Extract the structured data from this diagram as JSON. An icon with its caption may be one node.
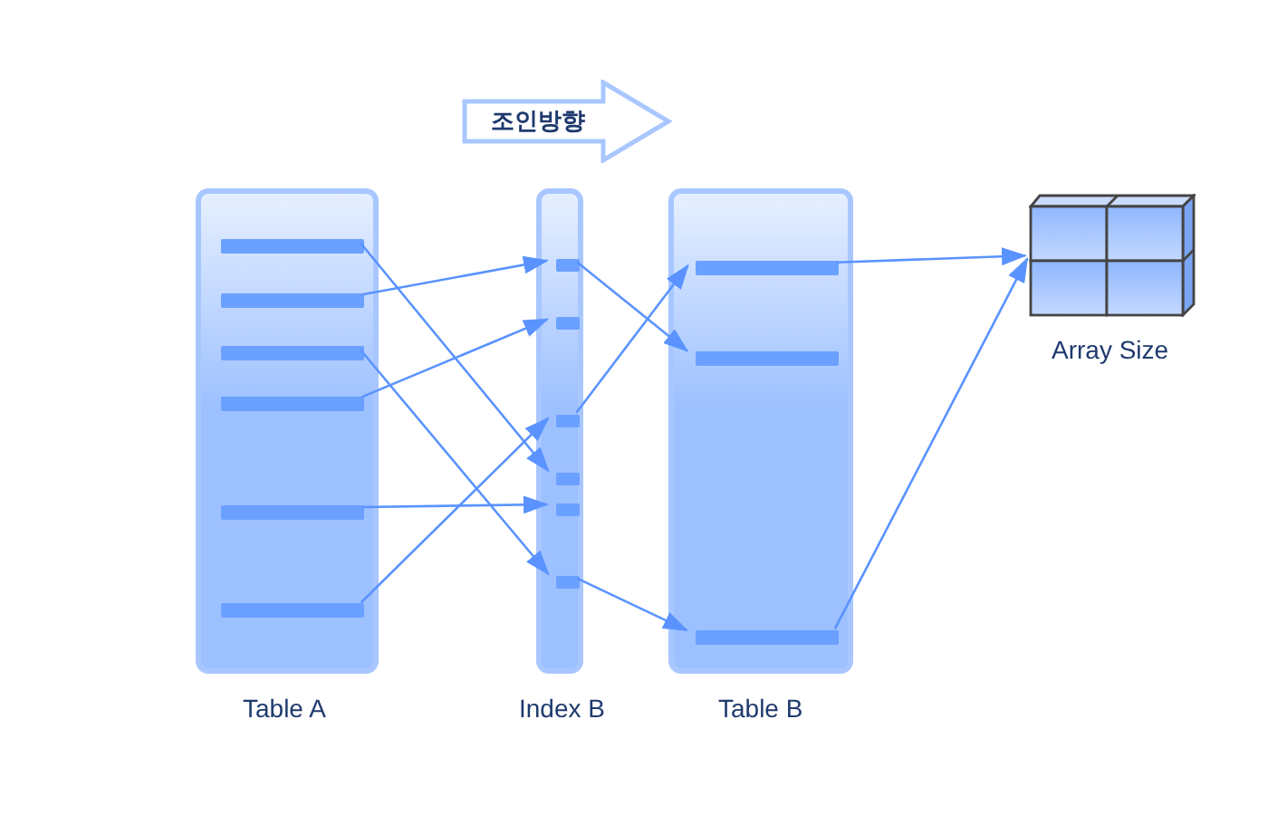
{
  "diagram": {
    "nodes": [
      {
        "text": [
          "조인방향"
        ]
      },
      {
        "text": [
          "Table A"
        ]
      },
      {
        "text": [],
        "shape": "bar",
        "in": 1
      },
      {
        "text": [],
        "shape": "bar",
        "in": 1
      },
      {
        "text": [],
        "shape": "bar",
        "in": 1
      },
      {
        "text": [],
        "shape": "bar",
        "in": 1
      },
      {
        "text": [],
        "shape": "bar",
        "in": 1
      },
      {
        "text": [],
        "shape": "bar",
        "in": 1
      },
      {
        "text": [
          "Index B"
        ]
      },
      {
        "text": [],
        "shape": "box",
        "in": 8
      },
      {
        "text": [],
        "shape": "box",
        "in": 8
      },
      {
        "text": [],
        "shape": "box",
        "in": 8
      },
      {
        "text": [],
        "shape": "box",
        "in": 8
      },
      {
        "text": [],
        "shape": "box",
        "in": 8
      },
      {
        "text": [],
        "shape": "box",
        "in": 8
      },
      {
        "text": [
          "Table B"
        ]
      },
      {
        "text": [],
        "shape": "bar",
        "in": 15
      },
      {
        "text": [],
        "shape": "bar",
        "in": 15
      },
      {
        "text": [],
        "shape": "bar",
        "in": 15
      },
      {
        "text": [],
        "shape": "picture",
        "beside": [
          "Array Size"
        ]
      }
    ],
    "edges": [
      {
        "from": 2,
        "to": 12,
        "arrow": "to"
      },
      {
        "from": 3,
        "to": 9,
        "arrow": "to"
      },
      {
        "from": 4,
        "to": 14,
        "arrow": "to"
      },
      {
        "from": 5,
        "to": 10,
        "arrow": "to"
      },
      {
        "from": 6,
        "to": 13,
        "arrow": "to"
      },
      {
        "from": 7,
        "to": 11,
        "arrow": "to"
      },
      {
        "from": 9,
        "to": 17,
        "arrow": "to"
      },
      {
        "from": 11,
        "to": 16,
        "arrow": "to"
      },
      {
        "from": 14,
        "to": 18,
        "arrow": "to"
      },
      {
        "from": 16,
        "to": 19,
        "arrow": "to"
      },
      {
        "from": 18,
        "to": 19,
        "arrow": "to"
      }
    ]
  }
}
